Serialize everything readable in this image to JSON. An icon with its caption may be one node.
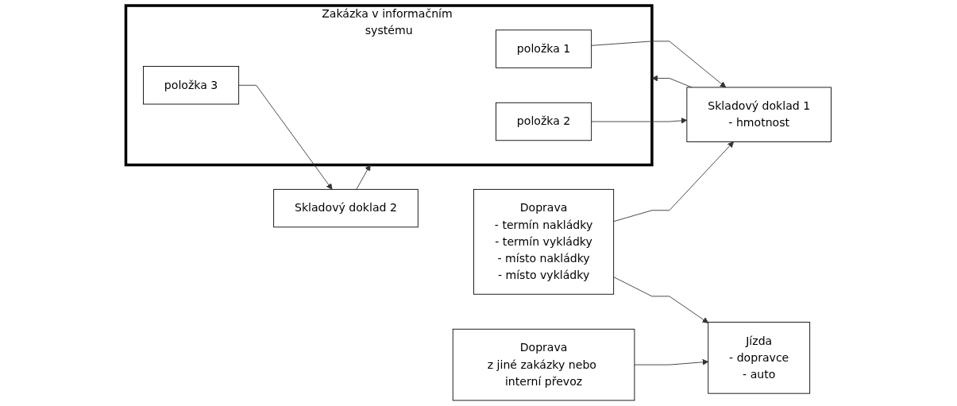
{
  "diagram": {
    "nodes": [
      {
        "text": [
          "Zakázka v informačním systému"
        ]
      },
      {
        "text": [
          "položka 1"
        ],
        "in": 0
      },
      {
        "text": [
          "položka 2"
        ],
        "in": 0
      },
      {
        "text": [
          "položka 3"
        ],
        "in": 0
      },
      {
        "text": [
          "Skladový doklad 1",
          "- hmotnost"
        ]
      },
      {
        "text": [
          "Skladový doklad 2"
        ]
      },
      {
        "text": [
          "Doprava",
          "- termín nakládky",
          "- termín vykládky",
          "- místo nakládky",
          "- místo vykládky"
        ]
      },
      {
        "text": [
          "Jízda",
          "- dopravce",
          "- auto"
        ]
      },
      {
        "text": [
          "Doprava",
          "z jiné zakázky nebo interní převoz"
        ]
      }
    ],
    "edges": [
      {
        "from": 4,
        "to": 0,
        "arrow": "to"
      },
      {
        "from": 1,
        "to": 4,
        "arrow": "to"
      },
      {
        "from": 2,
        "to": 4,
        "arrow": "to"
      },
      {
        "from": 6,
        "to": 4,
        "arrow": "to"
      },
      {
        "from": 3,
        "to": 5,
        "arrow": "to"
      },
      {
        "from": 5,
        "to": 0,
        "arrow": "to"
      },
      {
        "from": 6,
        "to": 7,
        "arrow": "to"
      },
      {
        "from": 8,
        "to": 7,
        "arrow": "to"
      }
    ]
  }
}
